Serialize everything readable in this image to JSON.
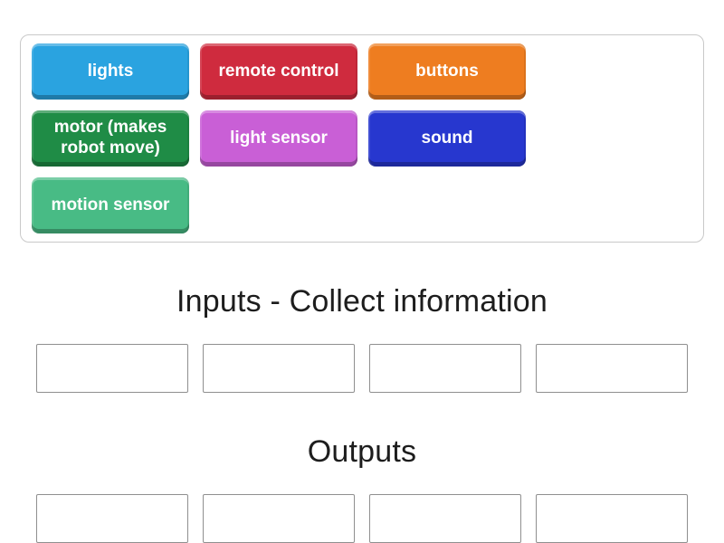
{
  "activity": {
    "type_label": "group-sort",
    "background_color": "#ffffff",
    "chip_text_color": "#ffffff",
    "heading_text_color": "#1d1d1d"
  },
  "tray": {
    "items": [
      {
        "label": "lights",
        "color": "#2aa3e0"
      },
      {
        "label": "remote control",
        "color": "#cf2b3e"
      },
      {
        "label": "buttons",
        "color": "#ee7d20"
      },
      {
        "label": "motor (makes robot move)",
        "color": "#1f8c46"
      },
      {
        "label": "light sensor",
        "color": "#c95fd6"
      },
      {
        "label": "sound",
        "color": "#2737cf"
      },
      {
        "label": "motion sensor",
        "color": "#48bb85"
      }
    ]
  },
  "groups": [
    {
      "title": "Inputs - Collect information",
      "slot_count": 4
    },
    {
      "title": "Outputs",
      "slot_count": 4
    }
  ]
}
